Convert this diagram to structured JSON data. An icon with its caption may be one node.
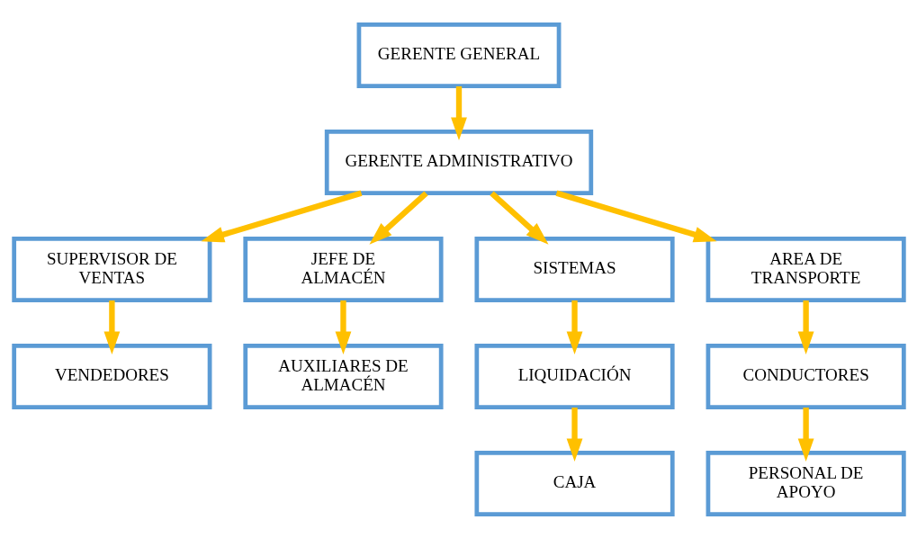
{
  "diagram": {
    "nodes": [
      {
        "text": [
          "GERENTE GENERAL"
        ]
      },
      {
        "text": [
          "GERENTE ADMINISTRATIVO"
        ]
      },
      {
        "text": [
          "SUPERVISOR DE VENTAS"
        ]
      },
      {
        "text": [
          "JEFE DE ALMACÉN"
        ]
      },
      {
        "text": [
          "SISTEMAS"
        ]
      },
      {
        "text": [
          "AREA DE TRANSPORTE"
        ]
      },
      {
        "text": [
          "VENDEDORES"
        ]
      },
      {
        "text": [
          "AUXILIARES DE ALMACÉN"
        ]
      },
      {
        "text": [
          "LIQUIDACIÓN"
        ]
      },
      {
        "text": [
          "CAJA"
        ]
      },
      {
        "text": [
          "CONDUCTORES"
        ]
      },
      {
        "text": [
          "PERSONAL DE APOYO"
        ]
      }
    ],
    "edges": [
      {
        "from": 0,
        "to": 1,
        "arrow": "to"
      },
      {
        "from": 1,
        "to": 2,
        "arrow": "to"
      },
      {
        "from": 1,
        "to": 3,
        "arrow": "to"
      },
      {
        "from": 1,
        "to": 4,
        "arrow": "to"
      },
      {
        "from": 1,
        "to": 5,
        "arrow": "to"
      },
      {
        "from": 2,
        "to": 6,
        "arrow": "to"
      },
      {
        "from": 3,
        "to": 7,
        "arrow": "to"
      },
      {
        "from": 4,
        "to": 8,
        "arrow": "to"
      },
      {
        "from": 8,
        "to": 9,
        "arrow": "to"
      },
      {
        "from": 5,
        "to": 10,
        "arrow": "to"
      },
      {
        "from": 10,
        "to": 11,
        "arrow": "to"
      }
    ]
  }
}
